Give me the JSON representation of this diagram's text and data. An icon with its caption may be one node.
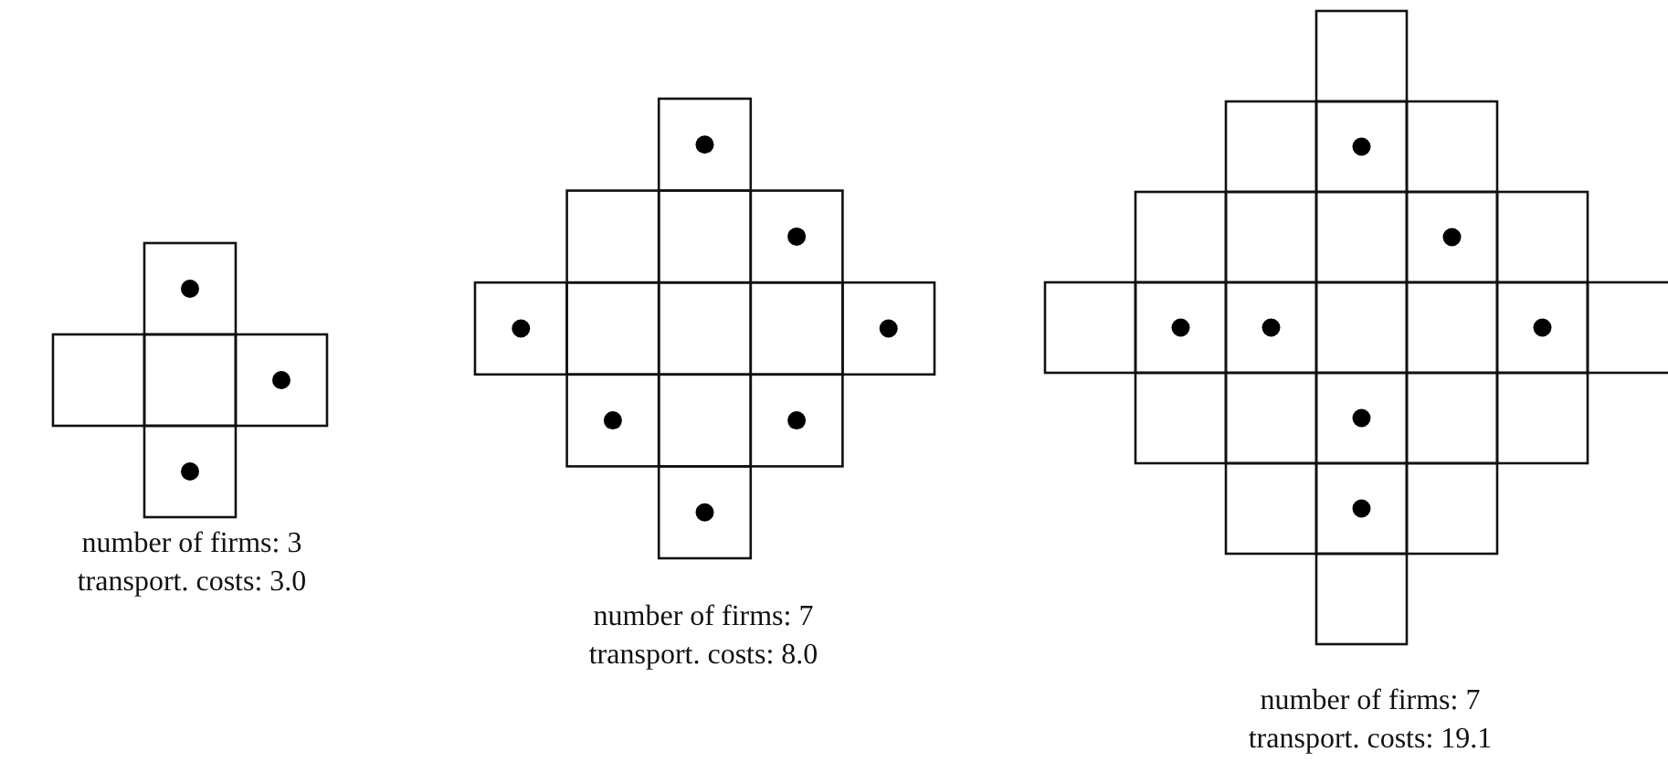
{
  "diagram": {
    "labels": [
      "number of firms: 3",
      "transport. costs: 3.0",
      "number of firms: 7",
      "transport. costs: 8.0",
      "number of firms: 7",
      "transport. costs: 19.1"
    ]
  }
}
